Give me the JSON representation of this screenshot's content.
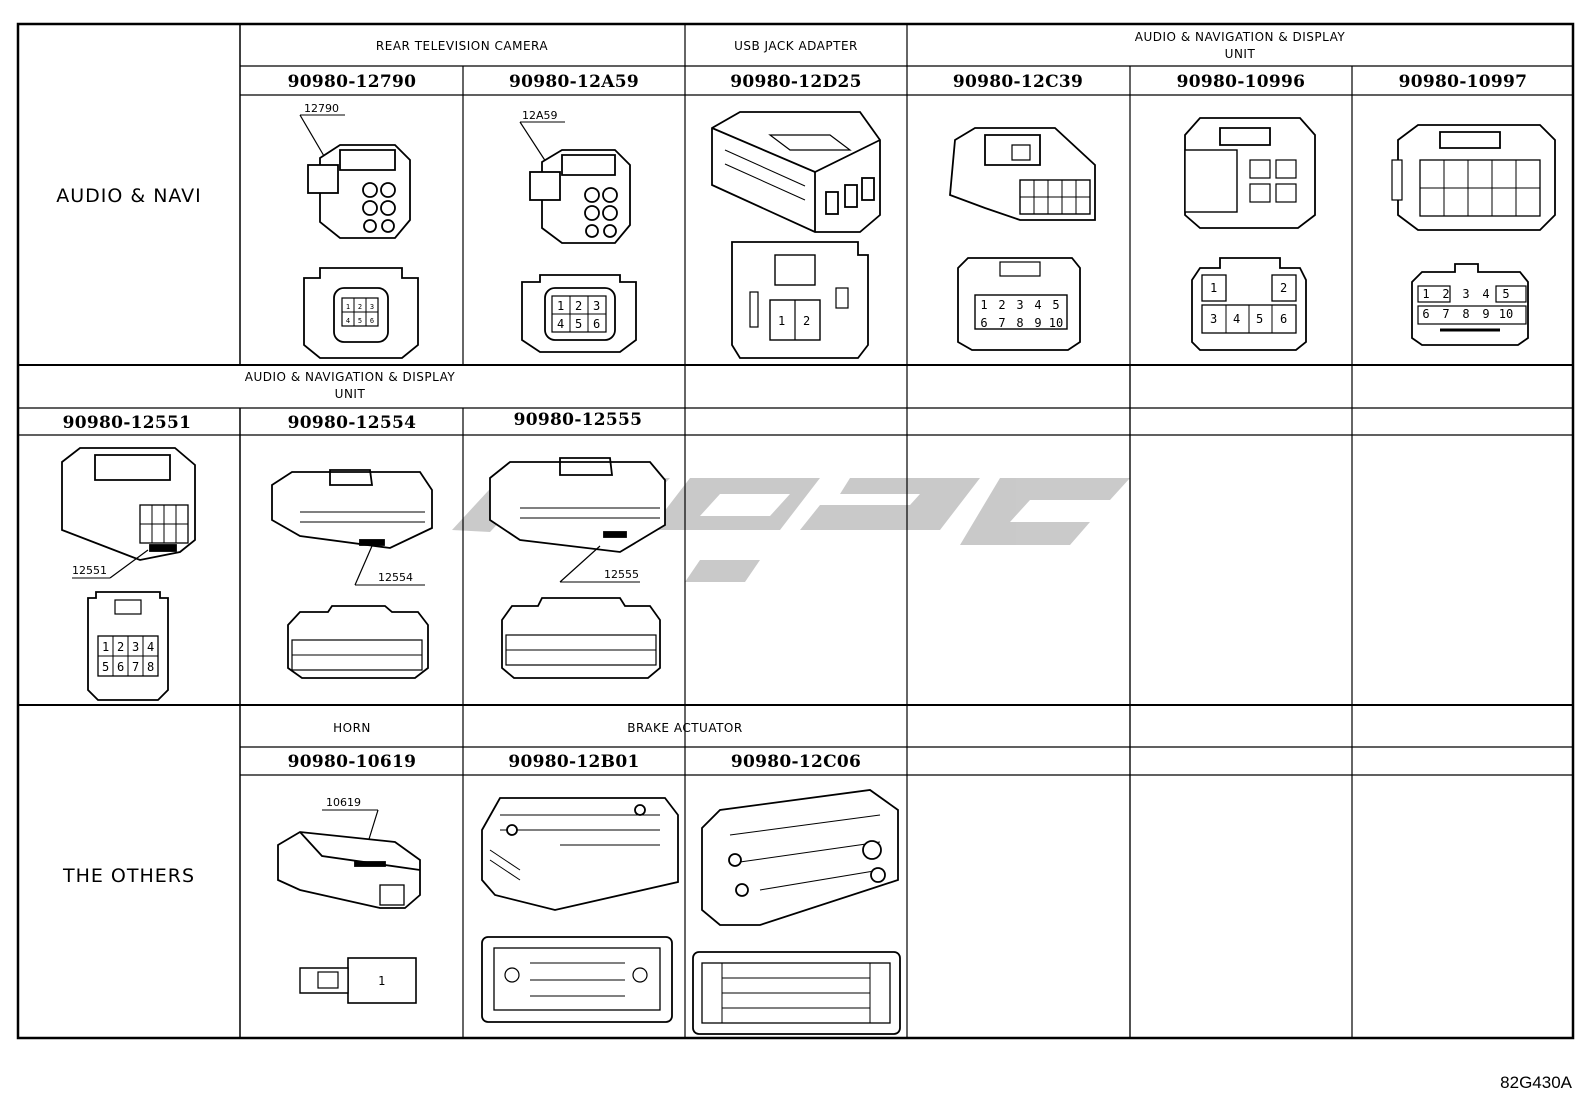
{
  "categories": {
    "audio_navi": "AUDIO & NAVI",
    "the_others": "THE OTHERS"
  },
  "row1": {
    "groups": {
      "rear_camera": "REAR TELEVISION CAMERA",
      "usb_jack": "USB JACK ADAPTER",
      "audio_nav_display_l1": "AUDIO & NAVIGATION & DISPLAY",
      "audio_nav_display_l2": "UNIT"
    },
    "parts": [
      "90980-12790",
      "90980-12A59",
      "90980-12D25",
      "90980-12C39",
      "90980-10996",
      "90980-10997"
    ],
    "tags": [
      "12790",
      "12A59"
    ]
  },
  "row2": {
    "groups": {
      "audio_nav_display_l1": "AUDIO & NAVIGATION & DISPLAY",
      "audio_nav_display_l2": "UNIT"
    },
    "parts": [
      "90980-12551",
      "90980-12554",
      "90980-12555"
    ],
    "tags": [
      "12551",
      "12554",
      "12555"
    ]
  },
  "row3": {
    "groups": {
      "horn": "HORN",
      "brake_actuator": "BRAKE ACTUATOR"
    },
    "parts": [
      "90980-10619",
      "90980-12B01",
      "90980-12C06"
    ],
    "tags": [
      "10619"
    ]
  },
  "pins": {
    "p12790": [
      "1",
      "2",
      "3",
      "4",
      "5",
      "6"
    ],
    "p12A59": [
      "1",
      "2",
      "3",
      "4",
      "5",
      "6"
    ],
    "p12D25": [
      "1",
      "2"
    ],
    "p12C39": [
      "1",
      "2",
      "3",
      "4",
      "5",
      "6",
      "7",
      "8",
      "9",
      "10"
    ],
    "p10996": [
      "1",
      "2",
      "3",
      "4",
      "5",
      "6"
    ],
    "p10997": [
      "1",
      "2",
      "3",
      "4",
      "5",
      "6",
      "7",
      "8",
      "9",
      "10"
    ],
    "p12551": [
      "1",
      "2",
      "3",
      "4",
      "5",
      "6",
      "7",
      "8"
    ],
    "p10619": [
      "1"
    ]
  },
  "figure_code": "82G430A",
  "colors": {
    "line": "#000000",
    "watermark": "#c8c8c8",
    "background": "#ffffff"
  }
}
